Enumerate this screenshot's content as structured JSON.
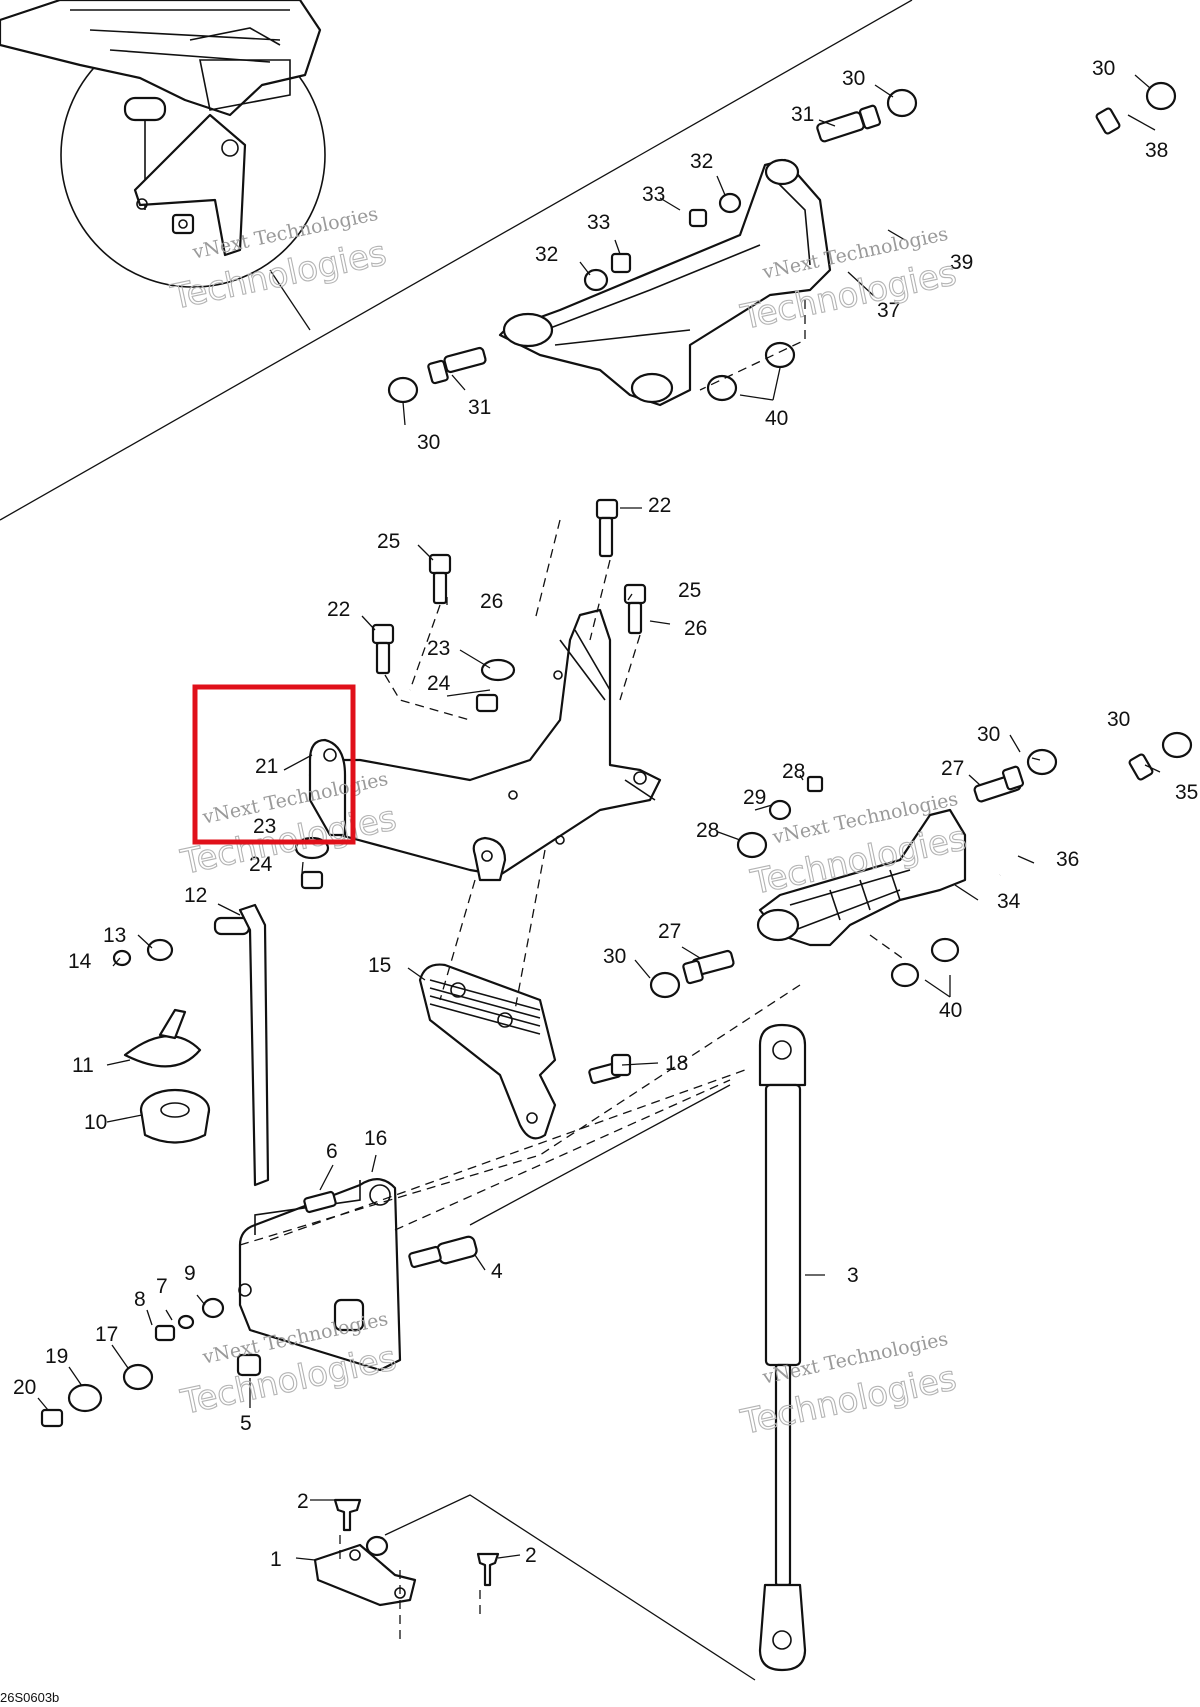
{
  "callouts": [
    {
      "id": "c30a",
      "text": "30"
    },
    {
      "id": "c30b",
      "text": "30"
    },
    {
      "id": "c38",
      "text": "38"
    },
    {
      "id": "c31a",
      "text": "31"
    },
    {
      "id": "c32a",
      "text": "32"
    },
    {
      "id": "c33a",
      "text": "33"
    },
    {
      "id": "c33b",
      "text": "33"
    },
    {
      "id": "c32b",
      "text": "32"
    },
    {
      "id": "c39",
      "text": "39"
    },
    {
      "id": "c37",
      "text": "37"
    },
    {
      "id": "c31b",
      "text": "31"
    },
    {
      "id": "c30c",
      "text": "30"
    },
    {
      "id": "c40a",
      "text": "40"
    },
    {
      "id": "c22a",
      "text": "22"
    },
    {
      "id": "c25a",
      "text": "25"
    },
    {
      "id": "c26a",
      "text": "26"
    },
    {
      "id": "c22b",
      "text": "22"
    },
    {
      "id": "c25b",
      "text": "25"
    },
    {
      "id": "c26b",
      "text": "26"
    },
    {
      "id": "c23a",
      "text": "23"
    },
    {
      "id": "c24a",
      "text": "24"
    },
    {
      "id": "c21",
      "text": "21"
    },
    {
      "id": "c23b",
      "text": "23"
    },
    {
      "id": "c24b",
      "text": "24"
    },
    {
      "id": "c30d",
      "text": "30"
    },
    {
      "id": "c30e",
      "text": "30"
    },
    {
      "id": "c27a",
      "text": "27"
    },
    {
      "id": "c35",
      "text": "35"
    },
    {
      "id": "c28a",
      "text": "28"
    },
    {
      "id": "c29",
      "text": "29"
    },
    {
      "id": "c28b",
      "text": "28"
    },
    {
      "id": "c36",
      "text": "36"
    },
    {
      "id": "c34",
      "text": "34"
    },
    {
      "id": "c27b",
      "text": "27"
    },
    {
      "id": "c30f",
      "text": "30"
    },
    {
      "id": "c40b",
      "text": "40"
    },
    {
      "id": "c12",
      "text": "12"
    },
    {
      "id": "c13",
      "text": "13"
    },
    {
      "id": "c14",
      "text": "14"
    },
    {
      "id": "c15",
      "text": "15"
    },
    {
      "id": "c18",
      "text": "18"
    },
    {
      "id": "c11",
      "text": "11"
    },
    {
      "id": "c10",
      "text": "10"
    },
    {
      "id": "c6",
      "text": "6"
    },
    {
      "id": "c16",
      "text": "16"
    },
    {
      "id": "c4",
      "text": "4"
    },
    {
      "id": "c3",
      "text": "3"
    },
    {
      "id": "c9",
      "text": "9"
    },
    {
      "id": "c7",
      "text": "7"
    },
    {
      "id": "c8",
      "text": "8"
    },
    {
      "id": "c17",
      "text": "17"
    },
    {
      "id": "c19",
      "text": "19"
    },
    {
      "id": "c20",
      "text": "20"
    },
    {
      "id": "c5",
      "text": "5"
    },
    {
      "id": "c2a",
      "text": "2"
    },
    {
      "id": "c1",
      "text": "1"
    },
    {
      "id": "c2b",
      "text": "2"
    }
  ],
  "watermark": {
    "line1": "vNext Technologies",
    "line2": "Technologies"
  },
  "drawing_code": "26S0603b",
  "colors": {
    "highlight": "#e0101a",
    "ink": "#111111",
    "watermark": "#b4b4b4"
  },
  "icons": {
    "lubricant_drop": "droplet-icon"
  }
}
